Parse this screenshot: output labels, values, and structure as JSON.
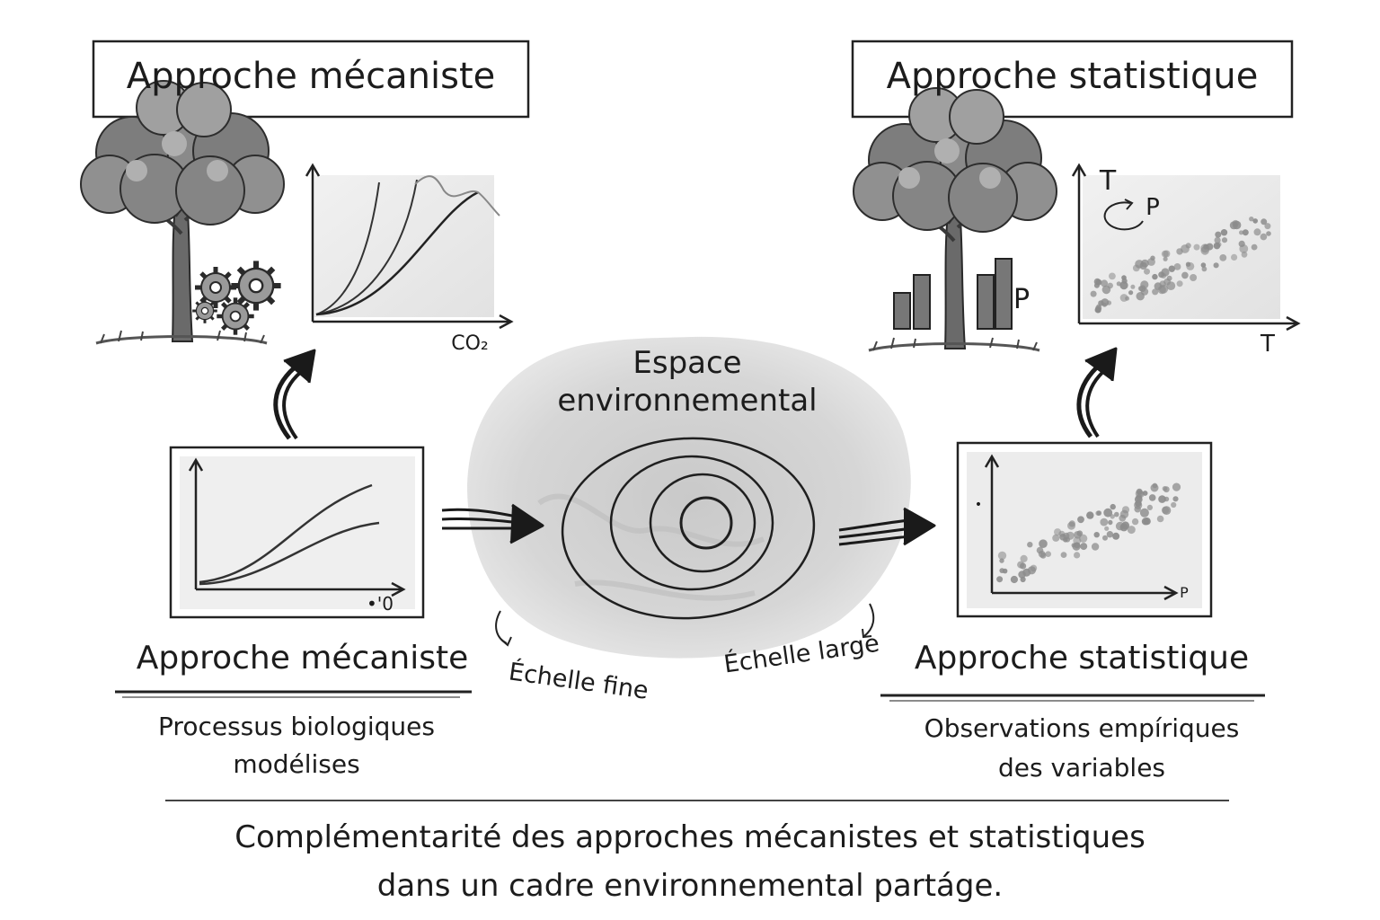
{
  "left": {
    "header": "Approche mécaniste",
    "title": "Approche mécaniste",
    "description_line1": "Processus biologiques",
    "description_line2": "modélises",
    "chart_top_xlabel": "CO₂",
    "chart_bottom_xlabel": "•'0"
  },
  "right": {
    "header": "Approche statistique",
    "title": "Approche statistique",
    "description_line1": "Observations empíriques",
    "description_line2": "des variables",
    "chart_top_ylabel": "T",
    "chart_top_cycle_label": "P",
    "chart_top_xlabel": "T",
    "bar_label": "P",
    "chart_bottom_ylabel": "•",
    "chart_bottom_xlabel": "P"
  },
  "center": {
    "title_line1": "Espace",
    "title_line2": "environnemental",
    "scale_fine": "Échelle fine",
    "scale_large": "Échelle large"
  },
  "caption": {
    "line1": "Complémentarité des approches mécanistes et statistiques",
    "line2": "dans un cadre environnemental partáge."
  },
  "icons": [
    "tree-icon",
    "gears-icon",
    "bar-chart-icon",
    "cycle-arrow-icon",
    "curved-arrow-icon",
    "right-arrow-icon"
  ],
  "colors": {
    "ink": "#1c1c1c",
    "paper": "#ffffff",
    "wash": "#d4d4d4",
    "dot": "#8c8c8c"
  }
}
